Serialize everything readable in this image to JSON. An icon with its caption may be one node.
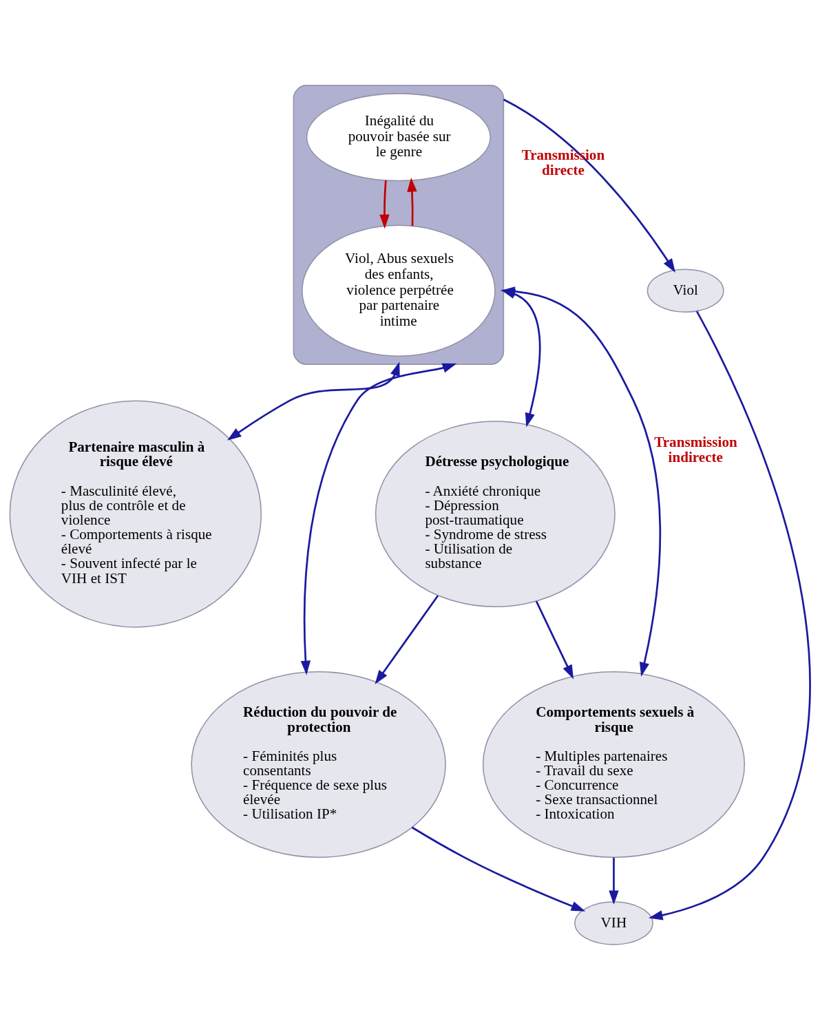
{
  "diagram": {
    "nodes": [
      {
        "text": [],
        "shape": "ellipse"
      },
      {
        "text": [
          "Inégalité du pouvoir basée sur le genre"
        ],
        "in": 0
      },
      {
        "text": [
          "Viol, Abus sexuels des enfants, violence perpétrée par partenaire intime"
        ],
        "in": 0
      },
      {
        "text": [
          "Viol"
        ]
      },
      {
        "text": [
          "Détresse psychologique",
          "- Anxiété chronique",
          "- Dépression post-traumatique",
          "- Syndrome de stress",
          "- Utilisation de substance"
        ]
      },
      {
        "text": [
          "VIH"
        ]
      },
      {
        "text": [
          "Comportements sexuels à risque",
          "- Multiples partenaires",
          "- Travail du sexe",
          "- Concurrence",
          "- Sexe transactionnel",
          "- Intoxication"
        ]
      },
      {
        "text": [
          "Partenaire masculin à risque élevé",
          "- Masculinité élevé, plus de contrôle et de violence",
          "- Comportements à risque élevé",
          "- Souvent infecté par le VIH et IST"
        ]
      },
      {
        "text": [
          "Réduction du pouvoir de protection",
          "- Féminités plus consentants",
          "- Fréquence de sexe plus élevée",
          "- Utilisation IP*"
        ]
      }
    ],
    "edges": [
      {
        "from": 0,
        "to": 3,
        "arrow": "to",
        "label": "Transmission directe"
      },
      {
        "from": 3,
        "to": 5,
        "arrow": "to"
      },
      {
        "from": 0,
        "to": 4,
        "arrow": "both"
      },
      {
        "from": 1,
        "to": 2,
        "arrow": "to",
        "color": "#c00000"
      },
      {
        "from": 2,
        "to": 1,
        "arrow": "to",
        "color": "#c00000"
      },
      {
        "from": 4,
        "to": 6,
        "arrow": "to"
      },
      {
        "from": 4,
        "to": 8,
        "arrow": "to"
      },
      {
        "from": 6,
        "to": 5,
        "arrow": "to"
      },
      {
        "from": 8,
        "to": 5,
        "arrow": "to"
      },
      {
        "from": 0,
        "to": 6,
        "arrow": "both",
        "label": "Transmission indirecte"
      },
      {
        "from": 0,
        "to": 8,
        "arrow": "both"
      },
      {
        "from": 0,
        "to": 7,
        "arrow": "both"
      }
    ]
  }
}
